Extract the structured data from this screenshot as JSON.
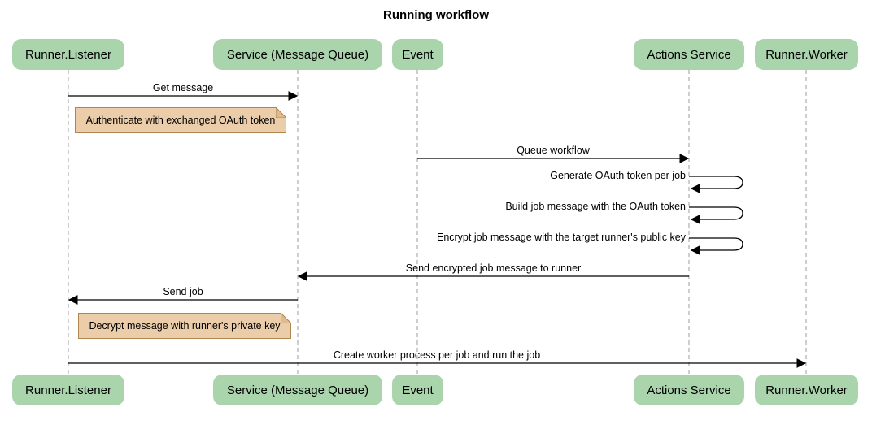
{
  "title": "Running workflow",
  "actors": [
    {
      "label": "Runner.Listener"
    },
    {
      "label": "Service (Message Queue)"
    },
    {
      "label": "Event"
    },
    {
      "label": "Actions Service"
    },
    {
      "label": "Runner.Worker"
    }
  ],
  "messages": [
    {
      "from": "Runner.Listener",
      "to": "Service (Message Queue)",
      "label": "Get message"
    },
    {
      "from": "Event",
      "to": "Actions Service",
      "label": "Queue workflow"
    },
    {
      "from": "Actions Service",
      "to": "Actions Service",
      "label": "Generate OAuth token per job"
    },
    {
      "from": "Actions Service",
      "to": "Actions Service",
      "label": "Build job message with the OAuth token"
    },
    {
      "from": "Actions Service",
      "to": "Actions Service",
      "label": "Encrypt job message with the target runner's public key"
    },
    {
      "from": "Actions Service",
      "to": "Service (Message Queue)",
      "label": "Send encrypted job message to runner"
    },
    {
      "from": "Service (Message Queue)",
      "to": "Runner.Listener",
      "label": "Send job"
    },
    {
      "from": "Runner.Listener",
      "to": "Runner.Worker",
      "label": "Create worker process per job and run the job"
    }
  ],
  "notes": [
    {
      "over": "Runner.Listener",
      "label": "Authenticate with exchanged OAuth token"
    },
    {
      "over": "Runner.Listener",
      "label": "Decrypt message with runner's private key"
    }
  ],
  "colors": {
    "actor_fill": "#A9D4AC",
    "note_fill": "#EBCDA9",
    "note_border": "#B0854F",
    "note_fold": "#DEBB8E",
    "lifeline": "#9E9E9E",
    "arrow": "#000000",
    "background": "#FFFFFF"
  }
}
